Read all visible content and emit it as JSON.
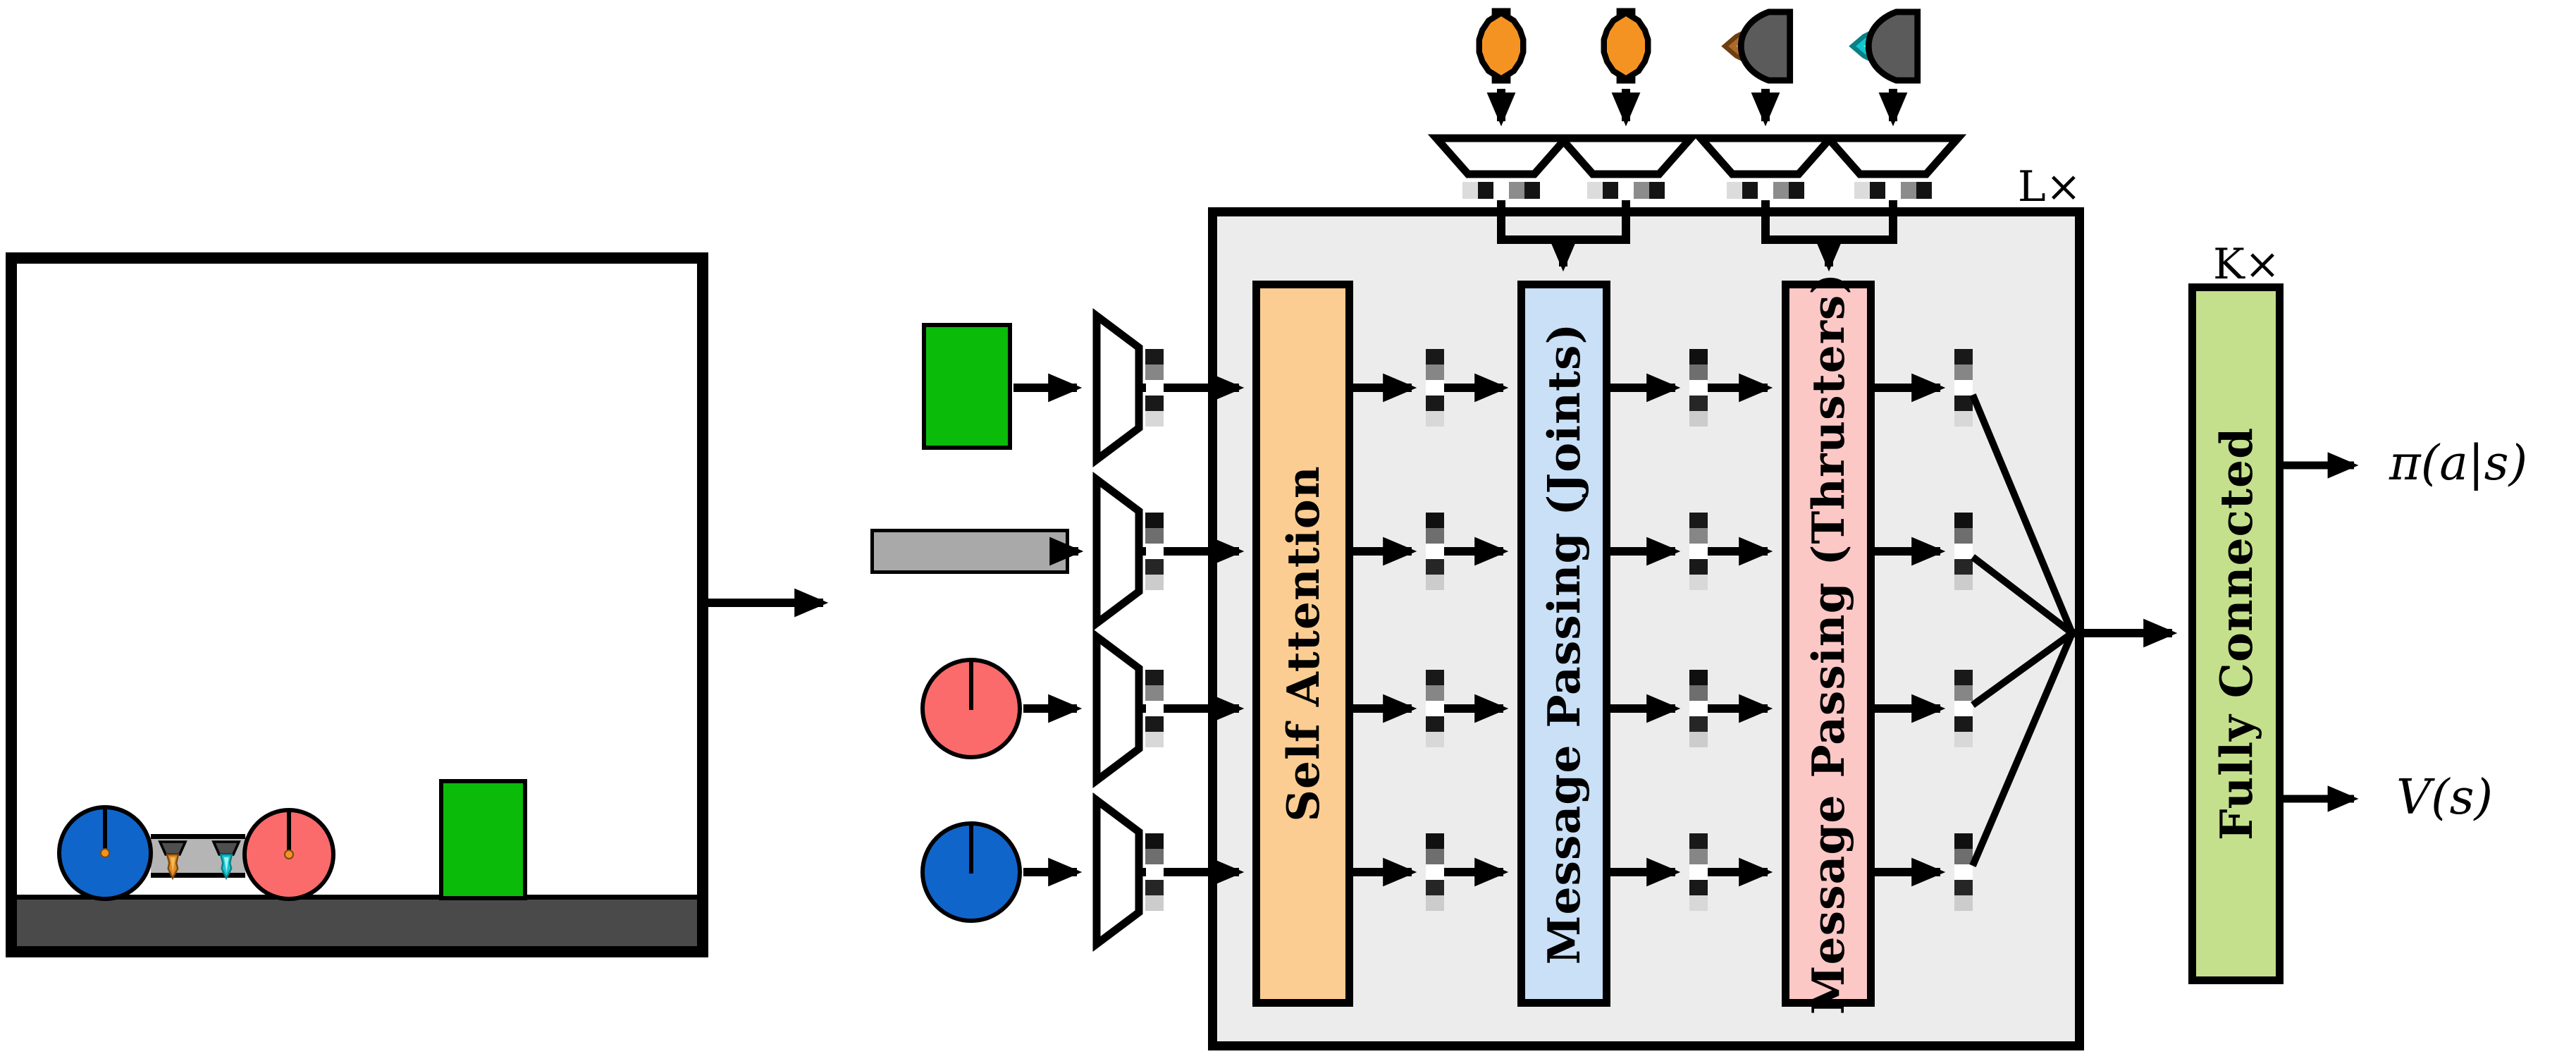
{
  "labels": {
    "encoder_loop": "L×",
    "fc_loop": "K×"
  },
  "modules": {
    "self_attention": "Self Attention",
    "mp_joints": "Message Passing (Joints)",
    "mp_thrusters": "Message Passing (Thrusters)",
    "fully_connected": "Fully Connected"
  },
  "outputs": {
    "policy": "π(a|s)",
    "value": "V(s)"
  },
  "icons": {
    "top_row": [
      "vertical-thruster-flame-icon",
      "vertical-thruster-flame-icon",
      "side-thruster-brown-icon",
      "side-thruster-cyan-icon"
    ],
    "environment": [
      "blue-wheel",
      "red-wheel",
      "car-chassis",
      "down-thruster-orange-flame",
      "down-thruster-cyan-flame",
      "green-block",
      "ground"
    ],
    "inputs": [
      "green-box-entity",
      "gray-link-entity",
      "red-wheel-entity",
      "blue-wheel-entity"
    ]
  },
  "colors": {
    "self_attention": "#fbcd92",
    "mp_joints": "#c9e0f7",
    "mp_thrusters": "#fbc8c6",
    "fully_connected": "#c4e08c",
    "stack_box_fill": "#ececec",
    "ground": "#4a4a4a",
    "green_entity": "#0abb0a",
    "blue_wheel": "#1065cb",
    "red_wheel": "#fb6b6b",
    "gray_link": "#a9a9a9",
    "chassis": "#b5b5b5",
    "orange_flame": "#f59322",
    "brown_flame": "#ad6a2b",
    "cyan_flame": "#12c7cf",
    "outline": "#000000"
  },
  "embedding_patterns": {
    "vertical": [
      "#191919",
      "#868686",
      "#ffffff",
      "#191919",
      "#d8d8d8"
    ],
    "vertical_alt": [
      "#101010",
      "#6e6e6e",
      "#ffffff",
      "#262626",
      "#cccccc"
    ],
    "horizontal": [
      "#dcdcdc",
      "#141414",
      "#ffffff",
      "#8c8c8c",
      "#141414"
    ]
  }
}
